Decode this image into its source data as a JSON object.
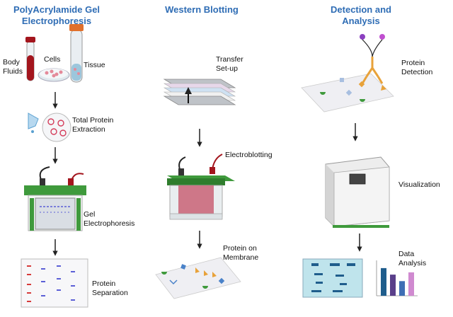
{
  "columns": [
    {
      "title": "PolyAcrylamide Gel Electrophoresis"
    },
    {
      "title": "Western Blotting"
    },
    {
      "title": "Detection and Analysis"
    }
  ],
  "labels": {
    "body_fluids": "Body Fluids",
    "cells": "Cells",
    "tissue": "Tissue",
    "total_protein_extraction": "Total Protein Extraction",
    "gel_electrophoresis": "Gel Electrophoresis",
    "protein_separation": "Protein Separation",
    "transfer_setup": "Transfer Set-up",
    "electroblotting": "Electroblotting",
    "protein_on_membrane": "Protein on Membrane",
    "protein_detection": "Protein Detection",
    "visualization": "Visualization",
    "data_analysis": "Data Analysis"
  },
  "colors": {
    "header": "#2f6db5",
    "gel_green": "#3f9a3c",
    "blood_red": "#a3151d",
    "tube_orange": "#e0702c",
    "band_blue": "#5b5fd6",
    "band_red": "#d63a3a",
    "antibody_orange": "#e8a23a",
    "chart_bar_1": "#1f5d8c",
    "chart_bar_2": "#5a3f8a",
    "chart_bar_3": "#3f6fb5",
    "chart_bar_4": "#d08ad0"
  },
  "icons": {
    "flow_arrow": "down-arrow-icon"
  },
  "chart_data": {
    "type": "bar",
    "categories": [
      "",
      "",
      "",
      ""
    ],
    "values": [
      0.85,
      0.65,
      0.45,
      0.72
    ],
    "ylim": [
      0,
      1
    ]
  }
}
